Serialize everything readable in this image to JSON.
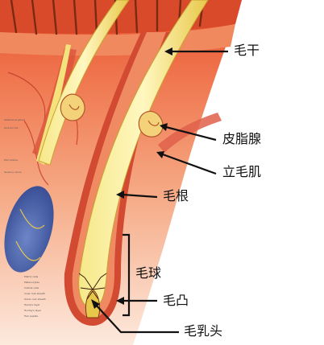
{
  "labels": {
    "hair_shaft": "毛干",
    "sebaceous_gland": "皮脂腺",
    "arrector_pili": "立毛肌",
    "hair_root": "毛根",
    "hair_bulb": "毛球",
    "hair_papilla": "毛凸",
    "dermal_papilla": "毛乳头"
  },
  "colors": {
    "epidermis": "#e8684a",
    "dermis": "#f4b08a",
    "hair": "#f2e070",
    "bulb": "#c33a22",
    "arrow": "#111111"
  }
}
